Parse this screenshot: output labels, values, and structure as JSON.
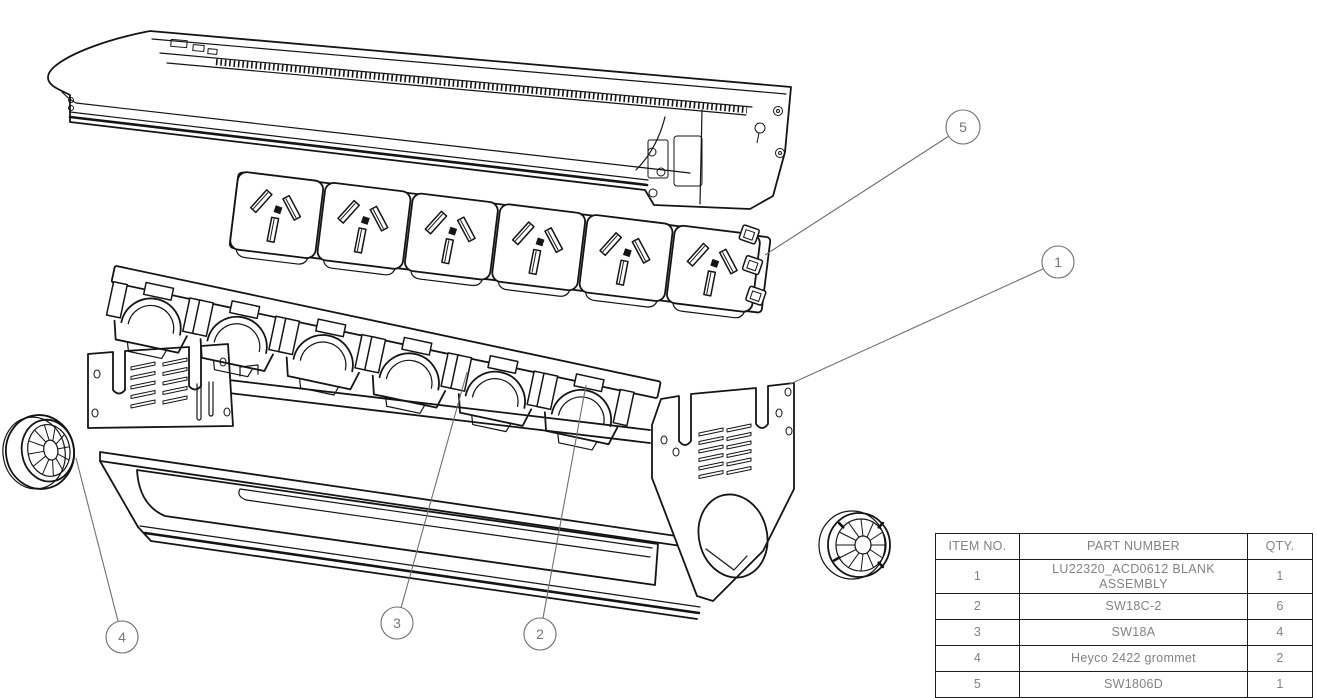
{
  "drawing": {
    "balloons": [
      {
        "label": "5"
      },
      {
        "label": "1"
      },
      {
        "label": "4"
      },
      {
        "label": "3"
      },
      {
        "label": "2"
      }
    ]
  },
  "bom": {
    "headers": [
      "ITEM NO.",
      "PART NUMBER",
      "QTY."
    ],
    "rows": [
      {
        "item": "1",
        "part": "LU22320_ACD0612 BLANK ASSEMBLY",
        "qty": "1"
      },
      {
        "item": "2",
        "part": "SW18C-2",
        "qty": "6"
      },
      {
        "item": "3",
        "part": "SW18A",
        "qty": "4"
      },
      {
        "item": "4",
        "part": "Heyco 2422 grommet",
        "qty": "2"
      },
      {
        "item": "5",
        "part": "SW1806D",
        "qty": "1"
      }
    ]
  },
  "colors": {
    "line": "#141414",
    "callout": "#6f6f6f",
    "table_text": "#828282",
    "background": "#ffffff"
  }
}
